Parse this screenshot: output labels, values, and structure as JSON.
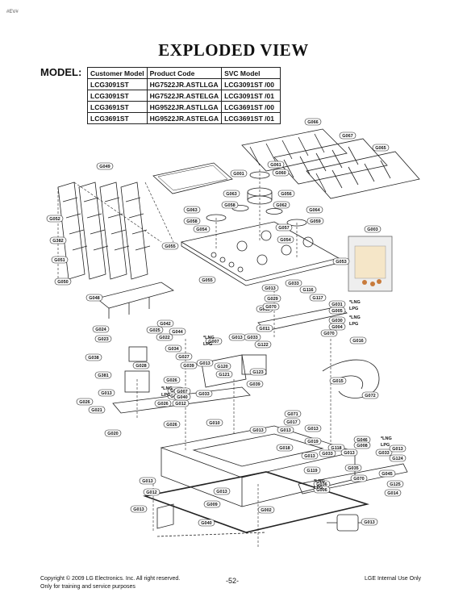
{
  "corner_mark": "#EV#",
  "title": "EXPLODED VIEW",
  "model_label": "MODEL:",
  "model_table": {
    "headers": [
      "Customer Model",
      "Product Code",
      "SVC Model"
    ],
    "rows": [
      [
        "LCG3091ST",
        "HG7522JR.ASTLLGA",
        "LCG3091ST /00"
      ],
      [
        "LCG3091ST",
        "HG7522JR.ASTELGA",
        "LCG3091ST /01"
      ],
      [
        "LCG3691ST",
        "HG9522JR.ASTLLGA",
        "LCG3691ST /00"
      ],
      [
        "LCG3691ST",
        "HG9522JR.ASTELGA",
        "LCG3691ST /01"
      ]
    ]
  },
  "part_labels": [
    "G066",
    "G067",
    "G065",
    "G049",
    "G061",
    "G001",
    "G060",
    "G063",
    "G056",
    "G058",
    "G062",
    "G064",
    "G063",
    "G058",
    "G059",
    "G052",
    "G054",
    "G057",
    "G003",
    "G382",
    "G054",
    "G055",
    "G053",
    "G051",
    "G055",
    "G050",
    "G013",
    "G033",
    "G116",
    "G048",
    "G029",
    "G117",
    "G031",
    "G005",
    "G013",
    "G070",
    "G030",
    "G004",
    "G042",
    "G011",
    "G070",
    "G024",
    "G025",
    "G044",
    "G013",
    "G033",
    "G016",
    "G023",
    "G022",
    "G122",
    "G034",
    "G027",
    "G038",
    "G013",
    "G120",
    "G028",
    "G039",
    "G123",
    "G381",
    "G121",
    "G026",
    "G015",
    "G039",
    "G013",
    "G040",
    "G007",
    "G026",
    "G012",
    "G072",
    "G033",
    "G026",
    "G071",
    "G021",
    "G017",
    "G010",
    "G026",
    "G013",
    "G013",
    "G013",
    "G020",
    "G019",
    "G046",
    "G008",
    "G018",
    "G118",
    "G033",
    "G013",
    "G013",
    "G033",
    "G013",
    "G124",
    "G119",
    "G035",
    "G045",
    "G036",
    "G006",
    "G070",
    "G125",
    "G013",
    "G014",
    "G012",
    "G013",
    "G009",
    "G013",
    "G002",
    "G013",
    "G040",
    "G007",
    "G040",
    "G007"
  ],
  "gas_labels": {
    "lng": "LNG",
    "lpg": "LPG"
  },
  "copyright_line1": "Copyright © 2009 LG Electronics. Inc. All right reserved.",
  "copyright_line2": "Only for training and service purposes",
  "page_number": "-52-",
  "internal_use": "LGE Internal Use Only"
}
